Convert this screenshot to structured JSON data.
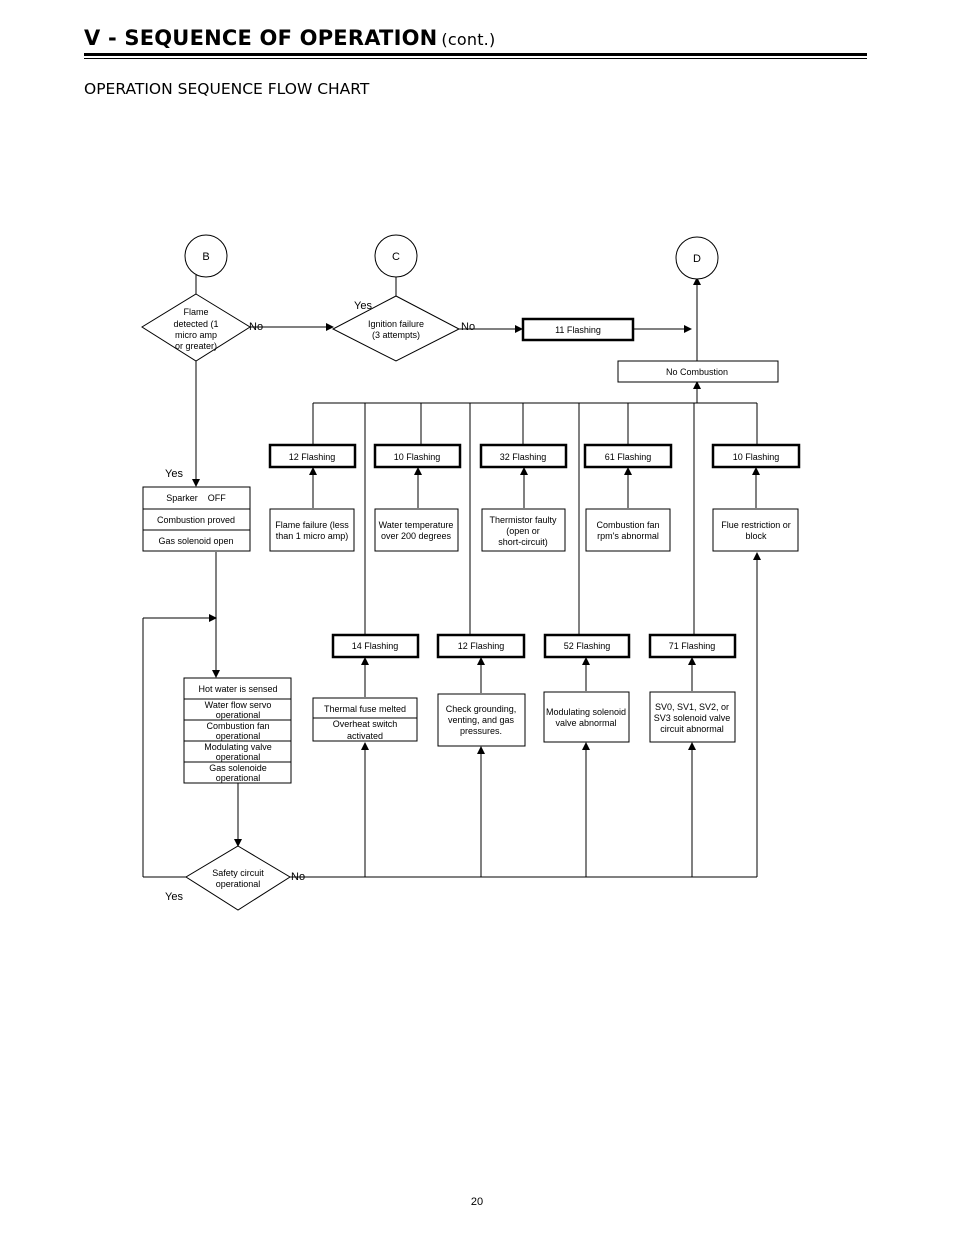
{
  "header": {
    "title": "V - SEQUENCE OF OPERATION",
    "cont": "(cont.)",
    "section_title": "OPERATION SEQUENCE FLOW CHART"
  },
  "connectors": {
    "b": "B",
    "c": "C",
    "d": "D"
  },
  "decisions": {
    "flame_detected": [
      "Flame",
      "detected (1",
      "micro amp",
      "or greater)"
    ],
    "ignition_failure": [
      "Ignition failure",
      "(3 attempts)"
    ],
    "safety_circuit": [
      "Safety circuit",
      "operational"
    ]
  },
  "labels": {
    "yes": "Yes",
    "no": "No"
  },
  "boxes": {
    "flashing_11": "11 Flashing",
    "no_combustion": "No Combustion",
    "startup": [
      "Sparker    OFF",
      "Combustion proved",
      "Gas solenoid open"
    ],
    "operation": [
      "Hot water is sensed",
      [
        "Water flow servo",
        "operational"
      ],
      [
        "Combustion fan",
        "operational"
      ],
      [
        "Modulating valve",
        "operational"
      ],
      [
        "Gas solenoide",
        "operational"
      ]
    ]
  },
  "upper_codes": [
    {
      "code": "12 Flashing",
      "cause": [
        "Flame failure (less",
        "than 1 micro amp)"
      ]
    },
    {
      "code": "10 Flashing",
      "cause": [
        "Water temperature",
        "over 200 degrees"
      ]
    },
    {
      "code": "32 Flashing",
      "cause": [
        "Thermistor faulty",
        "(open or",
        "short-circuit)"
      ]
    },
    {
      "code": "61 Flashing",
      "cause": [
        "Combustion fan",
        "rpm's abnormal"
      ]
    },
    {
      "code": "10 Flashing",
      "cause": [
        "Flue restriction or",
        "block"
      ]
    }
  ],
  "lower_codes": [
    {
      "code": "14 Flashing",
      "cause": [
        "Thermal fuse melted",
        "Overheat switch",
        "activated"
      ]
    },
    {
      "code": "12 Flashing",
      "cause": [
        "Check grounding,",
        "venting, and gas",
        "pressures."
      ]
    },
    {
      "code": "52 Flashing",
      "cause": [
        "Modulating solenoid",
        "valve abnormal"
      ]
    },
    {
      "code": "71 Flashing",
      "cause": [
        "SV0, SV1, SV2, or",
        "SV3 solenoid valve",
        "circuit abnormal"
      ]
    }
  ],
  "page_number": "20"
}
